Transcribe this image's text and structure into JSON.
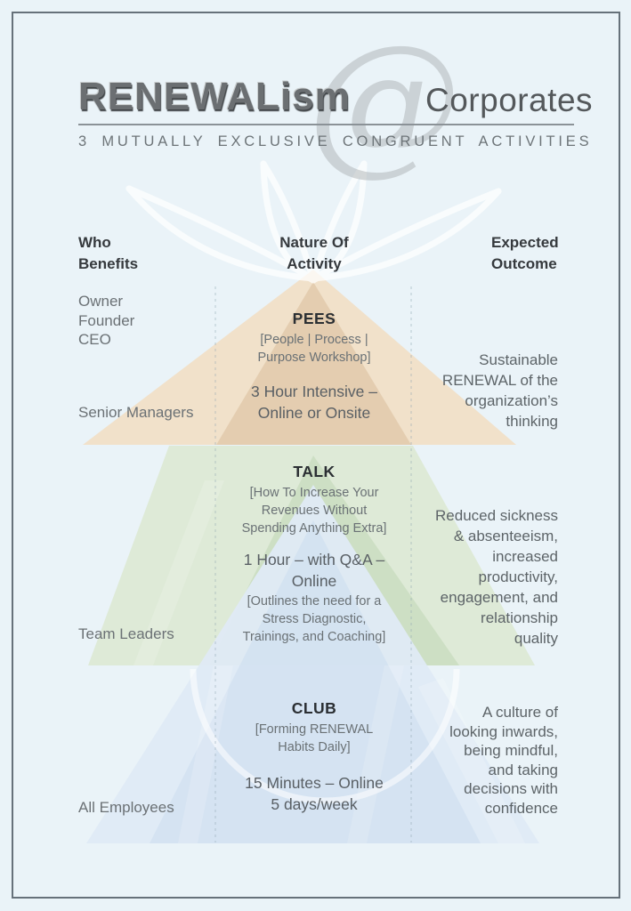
{
  "colors": {
    "page_bg": "#eaf3f8",
    "card_border": "#66717a",
    "tier1_outer": "#f2ddc2",
    "tier1_inner": "#d9bd9b",
    "tier2_outer": "#dde9d3",
    "tier2_inner": "#c6dabc",
    "tier3_outer": "#dfeaf5",
    "tier3_inner": "#cddef0",
    "divider": "#8fa6b2"
  },
  "header": {
    "brand": "RENEWALism",
    "at_symbol": "@",
    "audience": "Corporates",
    "subtitle": "3 MUTUALLY EXCLUSIVE CONGRUENT ACTIVITIES"
  },
  "columns": {
    "who": "Who\nBenefits",
    "nature": "Nature Of\nActivity",
    "outcome": "Expected\nOutcome"
  },
  "tiers": [
    {
      "who_primary": "Owner\nFounder\nCEO",
      "who_secondary": "Senior Managers",
      "title": "PEES",
      "bracket1": "[People | Process |\nPurpose Workshop]",
      "detail": "3 Hour Intensive –\nOnline or Onsite",
      "outcome": "Sustainable\nRENEWAL of the\norganization’s\nthinking"
    },
    {
      "who_primary": "Team Leaders",
      "title": "TALK",
      "bracket1": "[How To Increase Your\nRevenues Without\nSpending Anything Extra]",
      "detail": "1 Hour – with Q&A –\nOnline",
      "bracket2": "[Outlines the need for a\nStress Diagnostic,\nTrainings, and Coaching]",
      "outcome": "Reduced sickness\n& absenteeism,\nincreased\nproductivity,\nengagement, and\nrelationship\nquality"
    },
    {
      "who_primary": "All Employees",
      "title": "CLUB",
      "bracket1": "[Forming RENEWAL\nHabits Daily]",
      "detail": "15 Minutes – Online\n5 days/week",
      "outcome": "A culture of\nlooking inwards,\nbeing mindful,\nand taking\ndecisions with\nconfidence"
    }
  ]
}
